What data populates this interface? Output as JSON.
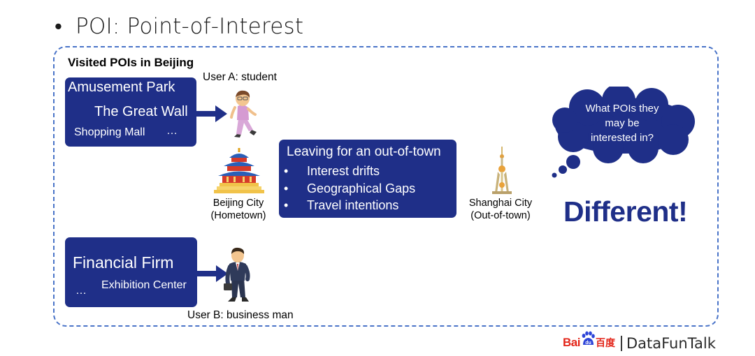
{
  "title": {
    "bullet": "•",
    "text": "POI: Point-of-Interest"
  },
  "frame_title": "Visited POIs in Beijing",
  "user_a": {
    "label": "User A: student",
    "pois": {
      "line1": "Amusement Park",
      "line2": "The Great Wall",
      "line3": "Shopping Mall",
      "ellipsis": "…"
    }
  },
  "user_b": {
    "label": "User B: business man",
    "pois": {
      "line1": "Financial Firm",
      "line2": "Exhibition Center",
      "ellipsis": "…"
    }
  },
  "beijing": {
    "line1": "Beijing City",
    "line2": "(Hometown)"
  },
  "shanghai": {
    "line1": "Shanghai City",
    "line2": "(Out-of-town)"
  },
  "leaving": {
    "heading": "Leaving for an out-of-town",
    "bullet": "•",
    "items": [
      "Interest drifts",
      "Geographical Gaps",
      "Travel intentions"
    ]
  },
  "thought": {
    "line1": "What POIs they",
    "line2": "may be",
    "line3": "interested  in?"
  },
  "conclusion": "Different!",
  "logo": {
    "baidu": "Bai",
    "du": "du",
    "baidu_cn": "百度",
    "datafuntalk": "DataFunTalk"
  },
  "colors": {
    "navy": "#1f2f88",
    "frame": "#4a74c8",
    "baidu_red": "#e3261a",
    "baidu_blue": "#2d44d8"
  },
  "icons": [
    "student-icon",
    "businessman-icon",
    "temple-of-heaven-icon",
    "oriental-pearl-tower-icon",
    "thought-cloud-icon",
    "arrow-right-icon"
  ]
}
